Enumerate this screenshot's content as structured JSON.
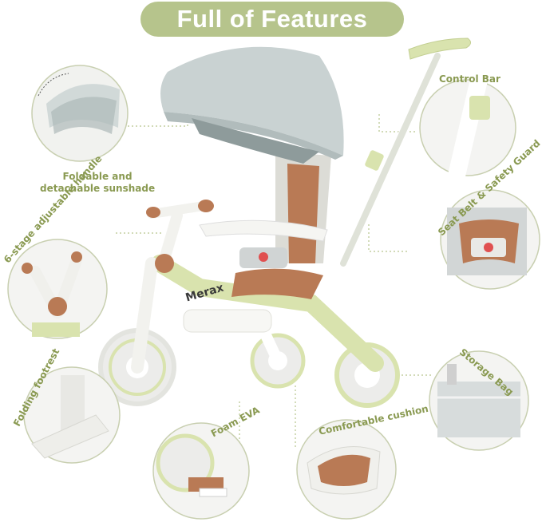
{
  "title": "Full of Features",
  "brand": "Merax",
  "features": {
    "sunshade": "Foldable and\ndetachable sunshade",
    "control_bar": "Control Bar",
    "handle": "6-stage adjustable handle",
    "seat_belt": "Seat Belt & Safety Guard",
    "footrest": "Folding footrest",
    "storage_bag": "Storage Bag",
    "foam_eva": "Foam EVA",
    "cushion": "Comfortable cushion"
  },
  "colors": {
    "accent_green": "#b6c48c",
    "label_green": "#8a9a52",
    "frame_green": "#d9e3ae",
    "canopy_grey": "#c9d2d2",
    "seat_brown": "#b97a55"
  }
}
